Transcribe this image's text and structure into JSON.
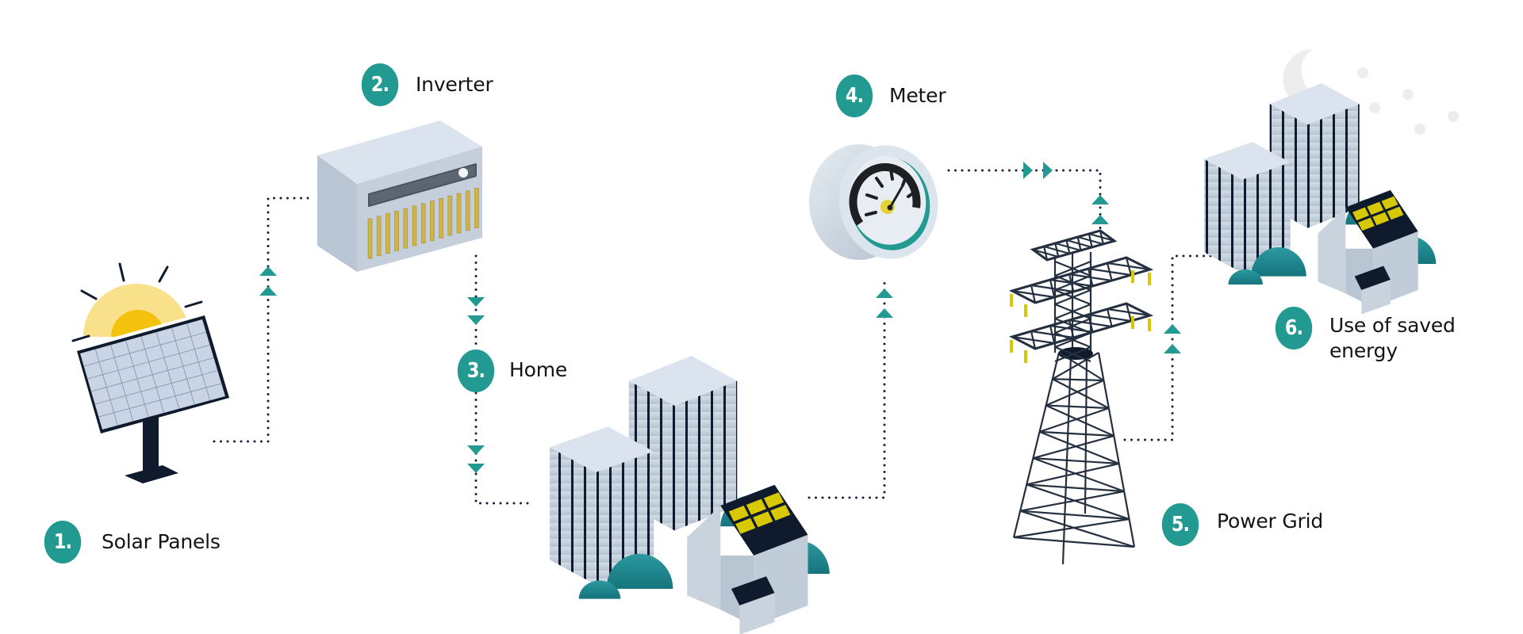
{
  "diagram": {
    "title": "Solar energy flow",
    "colors": {
      "accent_teal": "#229a92",
      "connector_dot": "#14213a",
      "sun_outer": "#f9e08a",
      "sun_inner": "#f4c20d",
      "panel_cell": "#c9d5e4",
      "dark_navy": "#0f1b2d",
      "solar_yellow": "#d8c800",
      "building_face": "#c3cfdc",
      "bush_teal": "#1f8e93"
    },
    "steps": [
      {
        "number": "1.",
        "label": "Solar Panels",
        "icon": "solar-panel-icon"
      },
      {
        "number": "2.",
        "label": "Inverter",
        "icon": "inverter-icon"
      },
      {
        "number": "3.",
        "label": "Home",
        "icon": "home-buildings-icon"
      },
      {
        "number": "4.",
        "label": "Meter",
        "icon": "meter-gauge-icon"
      },
      {
        "number": "5.",
        "label": "Power Grid",
        "icon": "power-tower-icon"
      },
      {
        "number": "6.",
        "label": "Use of saved\nenergy",
        "icon": "night-home-buildings-icon"
      }
    ],
    "connectors": [
      {
        "from": "Solar Panels",
        "to": "Inverter",
        "arrow_direction": "up",
        "arrow_count": 2
      },
      {
        "from": "Inverter",
        "to": "Home",
        "arrow_direction": "down",
        "arrow_count": 4
      },
      {
        "from": "Home",
        "to": "Meter",
        "arrow_direction": "up",
        "arrow_count": 2
      },
      {
        "from": "Meter",
        "to": "Power Grid",
        "arrow_direction": "right-then-up",
        "arrow_count": 4
      },
      {
        "from": "Power Grid",
        "to": "Use of saved energy",
        "arrow_direction": "up",
        "arrow_count": 2
      }
    ]
  }
}
